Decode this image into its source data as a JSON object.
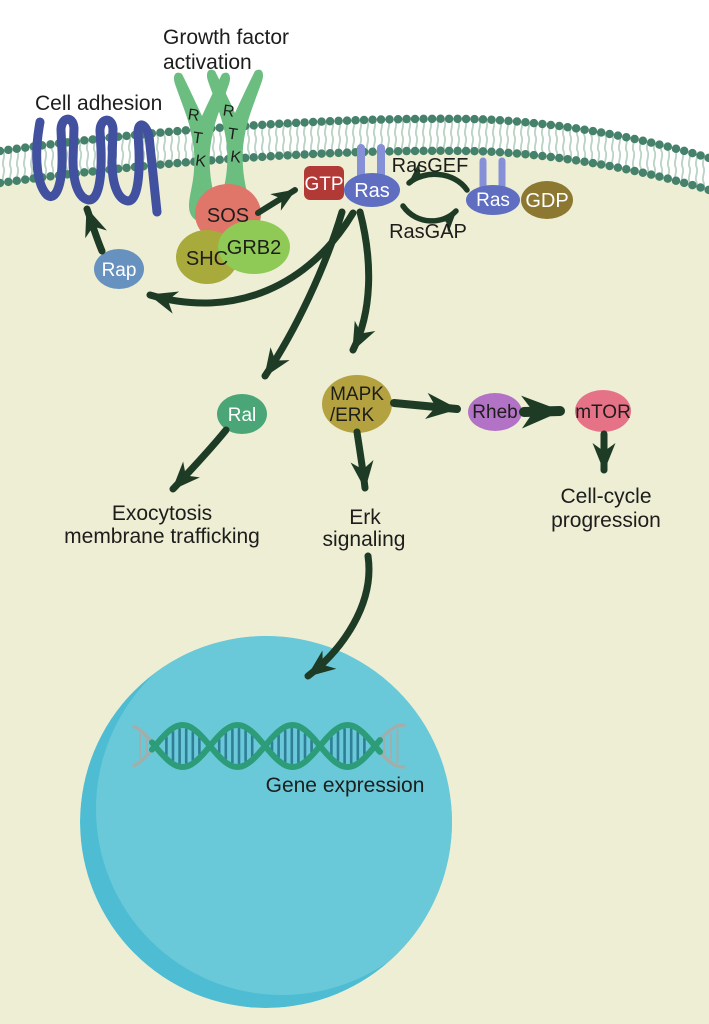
{
  "labels": {
    "growth_factor_line1": "Growth factor",
    "growth_factor_line2": "activation",
    "cell_adhesion": "Cell adhesion",
    "rasgef": "RasGEF",
    "rasgap": "RasGAP",
    "exocytosis_line1": "Exocytosis",
    "exocytosis_line2": "membrane trafficking",
    "erk_line1": "Erk",
    "erk_line2": "signaling",
    "cellcycle_line1": "Cell-cycle",
    "cellcycle_line2": "progression",
    "gene_expression": "Gene expression"
  },
  "rtk": {
    "r": "R",
    "t": "T",
    "k": "K"
  },
  "nodes": {
    "sos": {
      "label": "SOS",
      "fill": "#e0756a"
    },
    "shc": {
      "label": "SHC",
      "fill": "#a8aa3c"
    },
    "grb2": {
      "label": "GRB2",
      "fill": "#8fca56"
    },
    "gtp": {
      "label": "GTP",
      "fill": "#b23a36"
    },
    "ras_gtp": {
      "label": "Ras",
      "fill": "#5f6ec0"
    },
    "ras_gdp": {
      "label": "Ras",
      "fill": "#5f6ec0"
    },
    "gdp": {
      "label": "GDP",
      "fill": "#8d7831"
    },
    "rap": {
      "label": "Rap",
      "fill": "#6792c0"
    },
    "ral": {
      "label": "Ral",
      "fill": "#4aa577"
    },
    "mapk": {
      "line1": "MAPK",
      "line2": "/ERK",
      "fill": "#b3a23f"
    },
    "rheb": {
      "label": "Rheb",
      "fill": "#b272c5"
    },
    "mtor": {
      "label": "mTOR",
      "fill": "#e57287"
    }
  },
  "colors": {
    "cell_bg": "#edeed4",
    "outside_bg": "#ffffff",
    "membrane_head": "#45816b",
    "membrane_tail": "#b9d3c3",
    "adhesion": "#41509f",
    "rtk": "#6cbd80",
    "ras_prong": "#8590d6",
    "arrow": "#1e3b26",
    "nucleus": "#6ac9d9",
    "nucleus_shade": "#4ebdd3",
    "dna_strand": "#2d9c78",
    "dna_rung": "#2f7d96",
    "dna_gray": "#a2aeab",
    "text_dark": "#1d1d1b",
    "text_light": "#ffffff"
  }
}
